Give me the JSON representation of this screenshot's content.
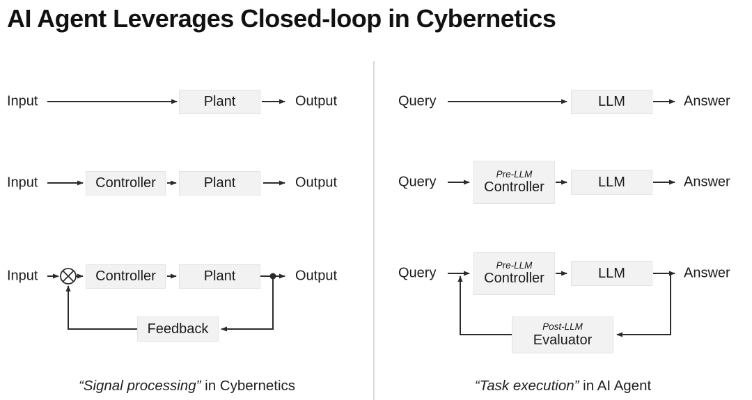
{
  "title": "AI Agent Leverages Closed-loop in Cybernetics",
  "colors": {
    "background": "#ffffff",
    "text": "#1a1a1a",
    "line": "#2b2b2b",
    "box_fill": "#f2f2f2",
    "box_border": "#e3e3e3",
    "divider": "#d9d9d9"
  },
  "left": {
    "rows": {
      "open_loop_simple": {
        "source": "Input",
        "plant": "Plant",
        "sink": "Output"
      },
      "open_loop_controlled": {
        "source": "Input",
        "controller": "Controller",
        "plant": "Plant",
        "sink": "Output"
      },
      "closed_loop": {
        "source": "Input",
        "controller": "Controller",
        "plant": "Plant",
        "feedback": "Feedback",
        "sink": "Output"
      }
    },
    "caption": {
      "quoted": "“Signal processing”",
      "rest": " in Cybernetics"
    }
  },
  "right": {
    "rows": {
      "open_loop_simple": {
        "source": "Query",
        "llm": "LLM",
        "sink": "Answer"
      },
      "open_loop_controlled": {
        "source": "Query",
        "controller_sub": "Pre-LLM",
        "controller": "Controller",
        "llm": "LLM",
        "sink": "Answer"
      },
      "closed_loop": {
        "source": "Query",
        "controller_sub": "Pre-LLM",
        "controller": "Controller",
        "llm": "LLM",
        "evaluator_sub": "Post-LLM",
        "evaluator": "Evaluator",
        "sink": "Answer"
      }
    },
    "caption": {
      "quoted": "“Task execution”",
      "rest": " in AI Agent"
    }
  }
}
